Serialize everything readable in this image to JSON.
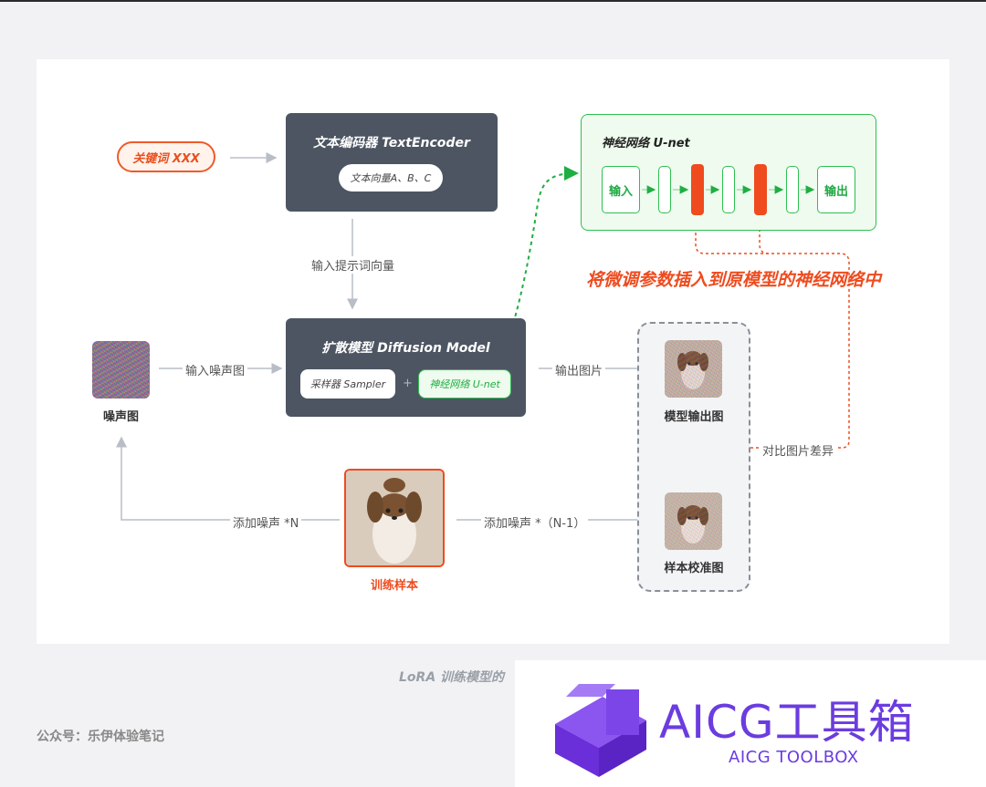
{
  "diagram": {
    "keyword": "关键词 XXX",
    "text_encoder": {
      "title": "文本编码器 TextEncoder",
      "vector_label": "文本向量A、B、C"
    },
    "prompt_vector_label": "输入提示词向量",
    "diffusion": {
      "title": "扩散模型 Diffusion Model",
      "sampler_label": "采样器 Sampler",
      "plus": "+",
      "unet_label": "神经网络 U-net"
    },
    "noise_input_label": "输入噪声图",
    "noise_caption": "噪声图",
    "output_image_label": "输出图片",
    "model_output_caption": "模型输出图",
    "compare_label": "对比图片差异",
    "calibration_caption": "样本校准图",
    "training_sample_caption": "训练样本",
    "add_noise_n_label": "添加噪声 *N",
    "add_noise_n1_label": "添加噪声 *（N-1）",
    "unet_panel": {
      "title": "神经网络 U-net",
      "input_label": "输入",
      "output_label": "输出"
    },
    "insert_note": "将微调参数插入到原模型的神经网络中"
  },
  "footer": {
    "caption": "LoRA 训练模型的",
    "account": "公众号：乐伊体验笔记"
  },
  "watermark": {
    "title": "AICG工具箱",
    "subtitle": "AICG TOOLBOX",
    "brand_color": "#6b3ce0"
  },
  "colors": {
    "accent_orange": "#ef4b1e",
    "accent_green": "#2fbf52",
    "dark_box": "#4d5562"
  }
}
